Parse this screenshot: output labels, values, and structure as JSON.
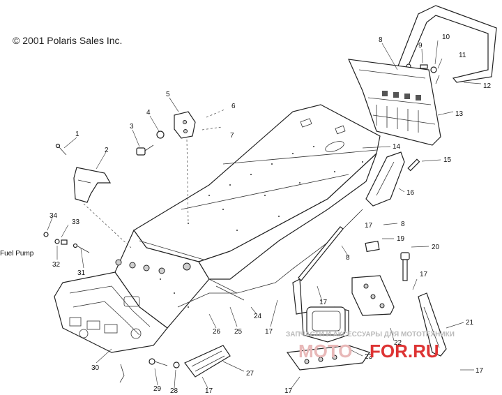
{
  "copyright": "© 2001 Polaris Sales Inc.",
  "callouts": {
    "c1": "1",
    "c2": "2",
    "c3": "3",
    "c4": "4",
    "c5": "5",
    "c6": "6",
    "c7": "7",
    "c8a": "8",
    "c9": "9",
    "c10": "10",
    "c11": "11",
    "c12": "12",
    "c13": "13",
    "c14": "14",
    "c15": "15",
    "c16": "16",
    "c17a": "17",
    "c8b": "8",
    "c19": "19",
    "c20": "20",
    "c8c": "8",
    "c17b": "17",
    "c17c": "17",
    "c21": "21",
    "c22": "22",
    "c23": "23",
    "c17d": "17",
    "c17e": "17",
    "c24": "24",
    "c25": "25",
    "c26a": "26",
    "c27": "27",
    "c17f": "17",
    "c28": "28",
    "c29": "29",
    "c30": "30",
    "c31": "31",
    "c32": "32",
    "c33": "33",
    "c34": "34",
    "c17g": "17"
  },
  "fuel_pump_label": "Fuel Pump",
  "watermark": {
    "top_text": "ЗАПЧАСТИ И АКСЕССУАРЫ ДЛЯ МОТОТЕХНИКИ",
    "logo_text_a": "MOTO",
    "logo_text_b": "FOR.RU"
  }
}
